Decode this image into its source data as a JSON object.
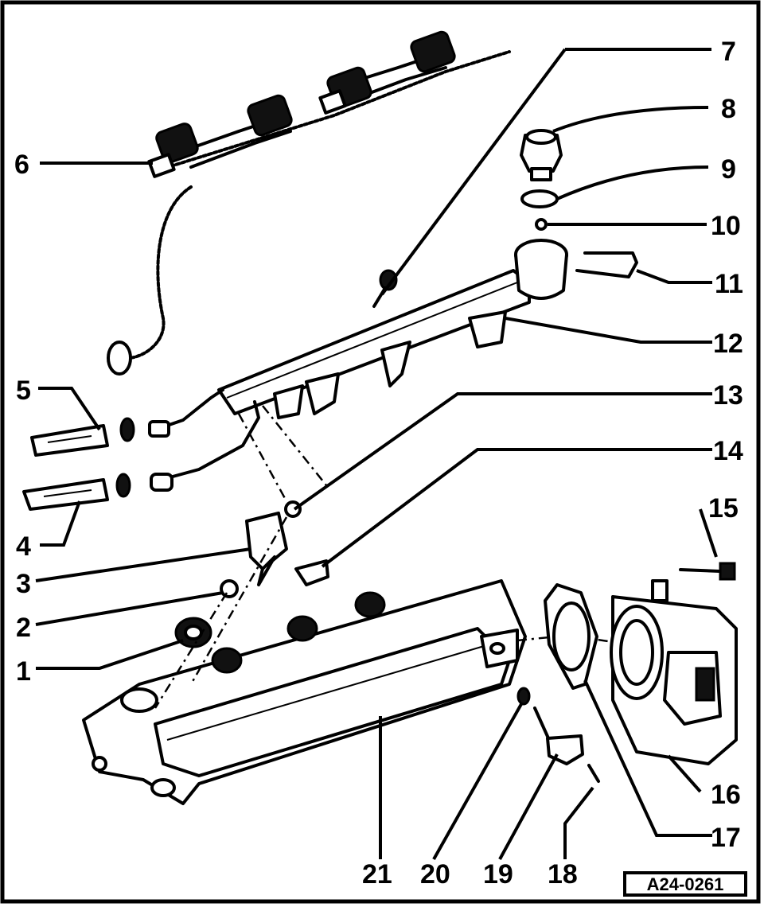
{
  "callouts": [
    "1",
    "2",
    "3",
    "4",
    "5",
    "6",
    "7",
    "8",
    "9",
    "10",
    "11",
    "12",
    "13",
    "14",
    "15",
    "16",
    "17",
    "18",
    "19",
    "20",
    "21"
  ],
  "reference_code": "A24-0261",
  "colors": {
    "ink": "#000000",
    "paper": "#ffffff"
  }
}
